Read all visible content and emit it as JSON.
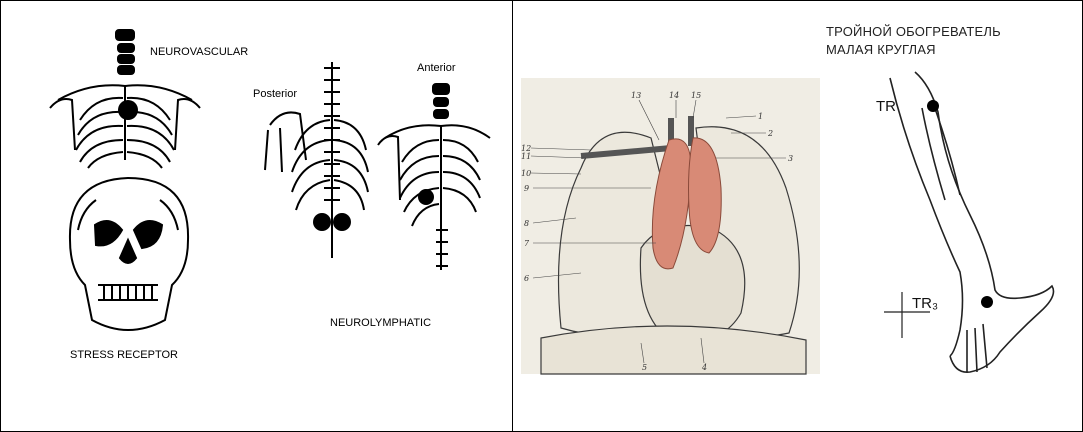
{
  "left_panel": {
    "labels": {
      "neurovascular": "NEUROVASCULAR",
      "posterior": "Posterior",
      "anterior": "Anterior",
      "neurolymphatic": "NEUROLYMPHATIC",
      "stress_receptor": "STRESS RECEPTOR"
    }
  },
  "middle_panel": {
    "figure_numbers": [
      "1",
      "2",
      "3",
      "4",
      "5",
      "6",
      "7",
      "8",
      "9",
      "10",
      "11",
      "12",
      "13",
      "14",
      "15"
    ],
    "colors": {
      "thymus": "#d88a76",
      "paper": "#f0ede4",
      "ink": "#3a3a3a"
    }
  },
  "right_panel": {
    "title_line1": "ТРОЙНОЙ ОБОГРЕВАТЕЛЬ",
    "title_line2": "МАЛАЯ КРУГЛАЯ",
    "point_tr": "TR",
    "point_tr3": "TR₃"
  }
}
